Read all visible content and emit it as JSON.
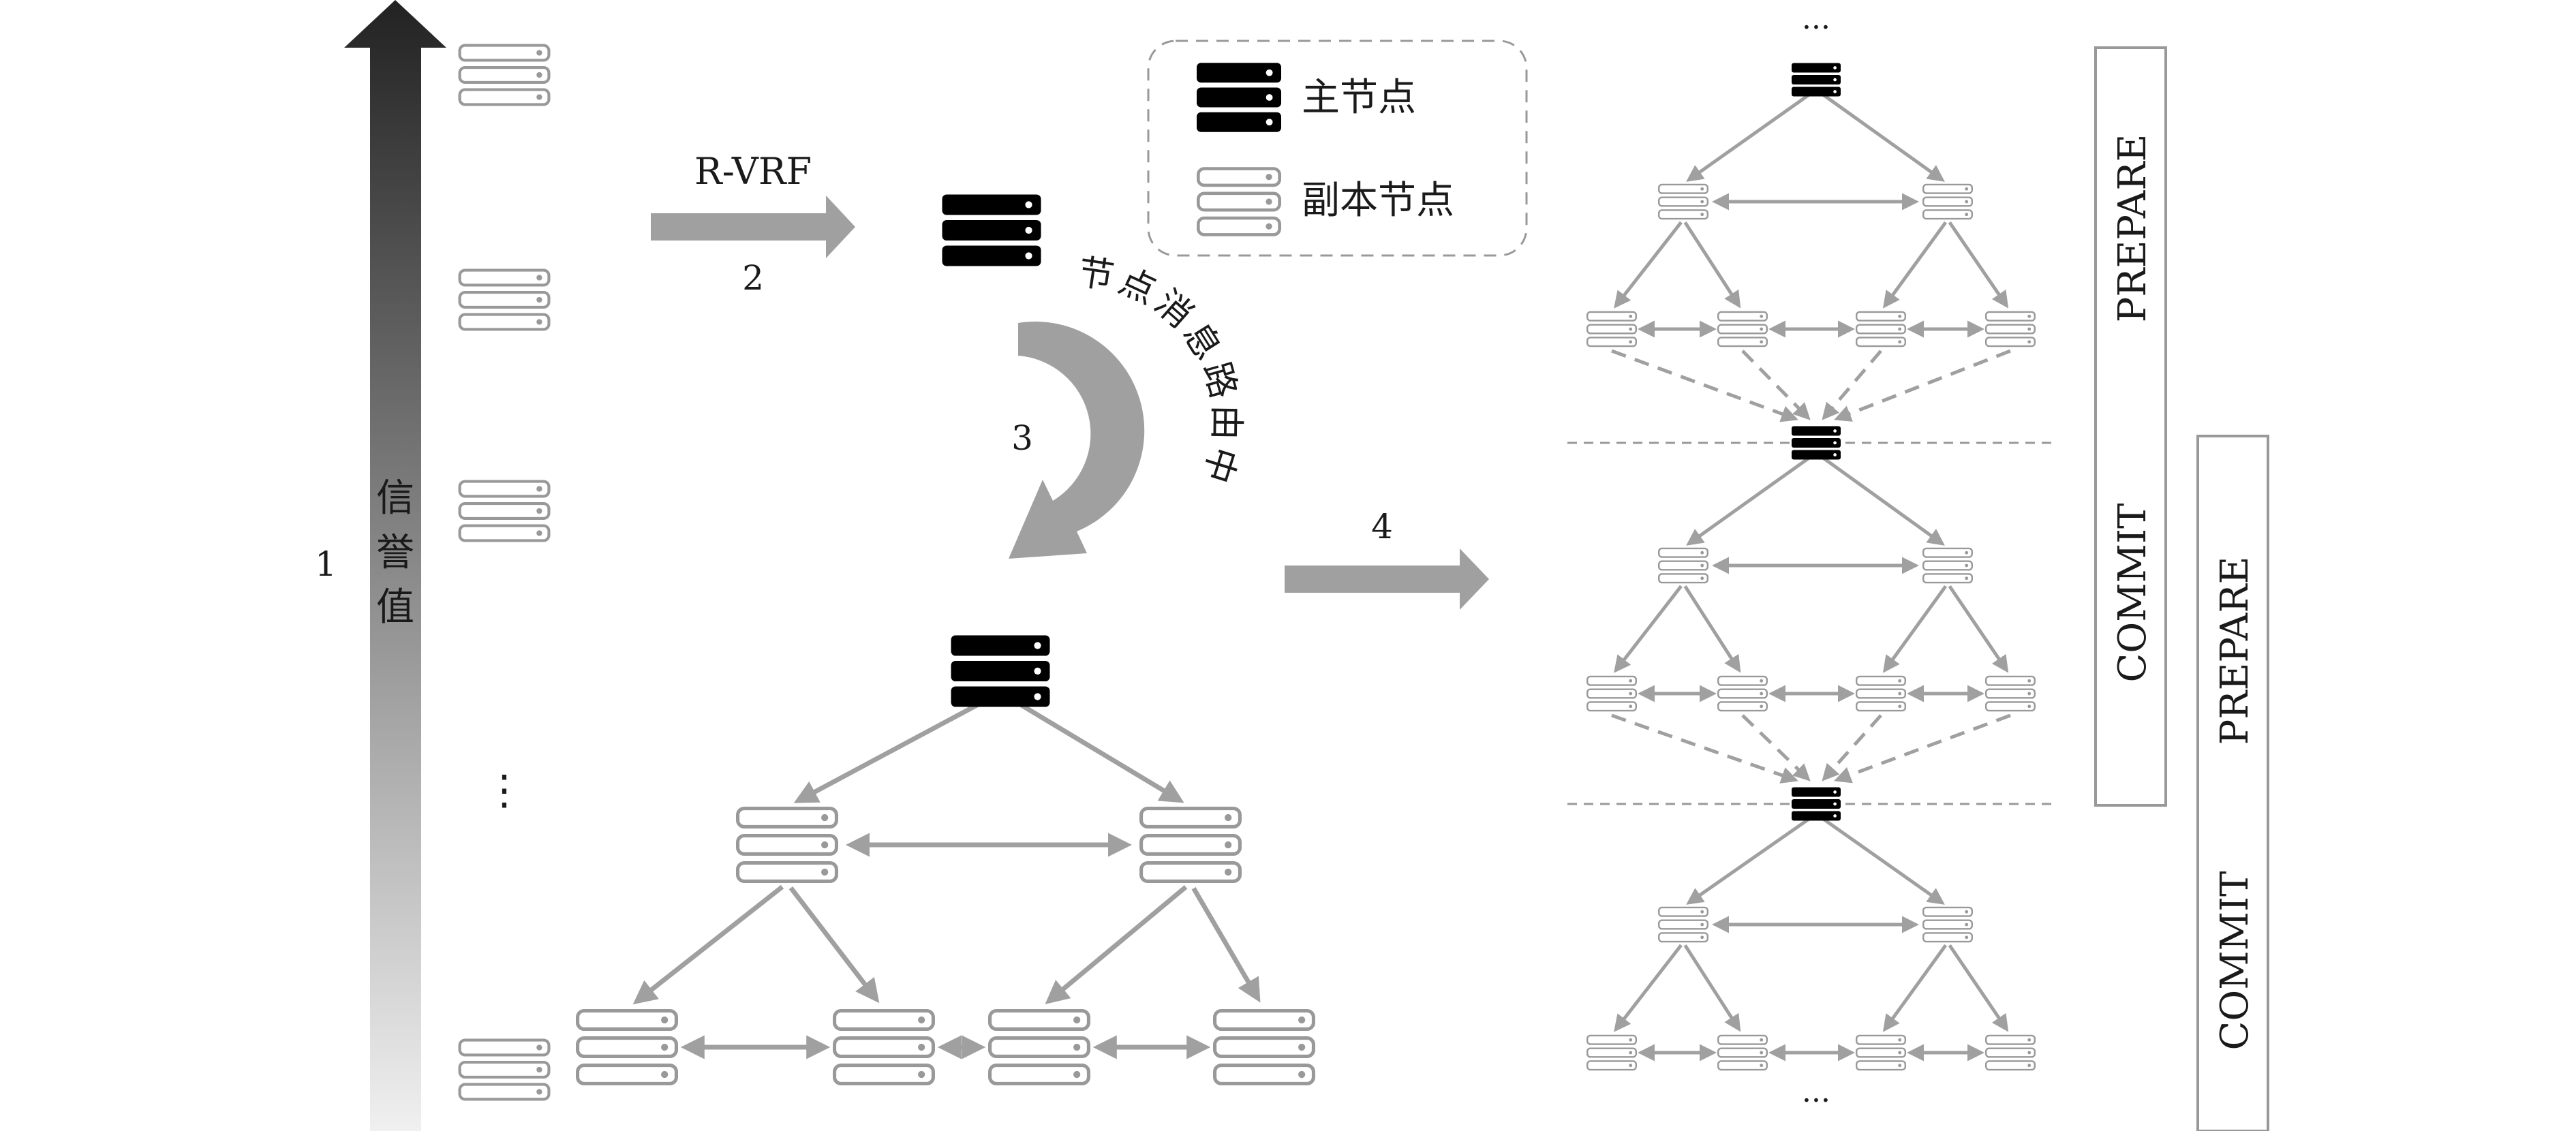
{
  "legend": {
    "primary_label": "主节点",
    "replica_label": "副本节点"
  },
  "reputation": {
    "label_chars": [
      "信",
      "誉",
      "值"
    ],
    "step_number": "1",
    "ellipsis": "⋮"
  },
  "step2": {
    "number": "2",
    "label": "R-VRF"
  },
  "step3": {
    "number": "3",
    "arc_text": "节点消息路由中"
  },
  "step4": {
    "number": "4"
  },
  "consensus": {
    "top_ellipsis": "···",
    "bottom_ellipsis": "···",
    "phases": [
      "PREPARE",
      "COMMIT",
      "PREPARE",
      "COMMIT"
    ]
  },
  "colors": {
    "primary": "#000000",
    "replica": "#999999",
    "arrow": "#a0a0a0",
    "reputation_dark": "#222222",
    "reputation_light": "#f0f0f0"
  },
  "icons": [
    "server-primary-icon",
    "server-replica-icon"
  ]
}
